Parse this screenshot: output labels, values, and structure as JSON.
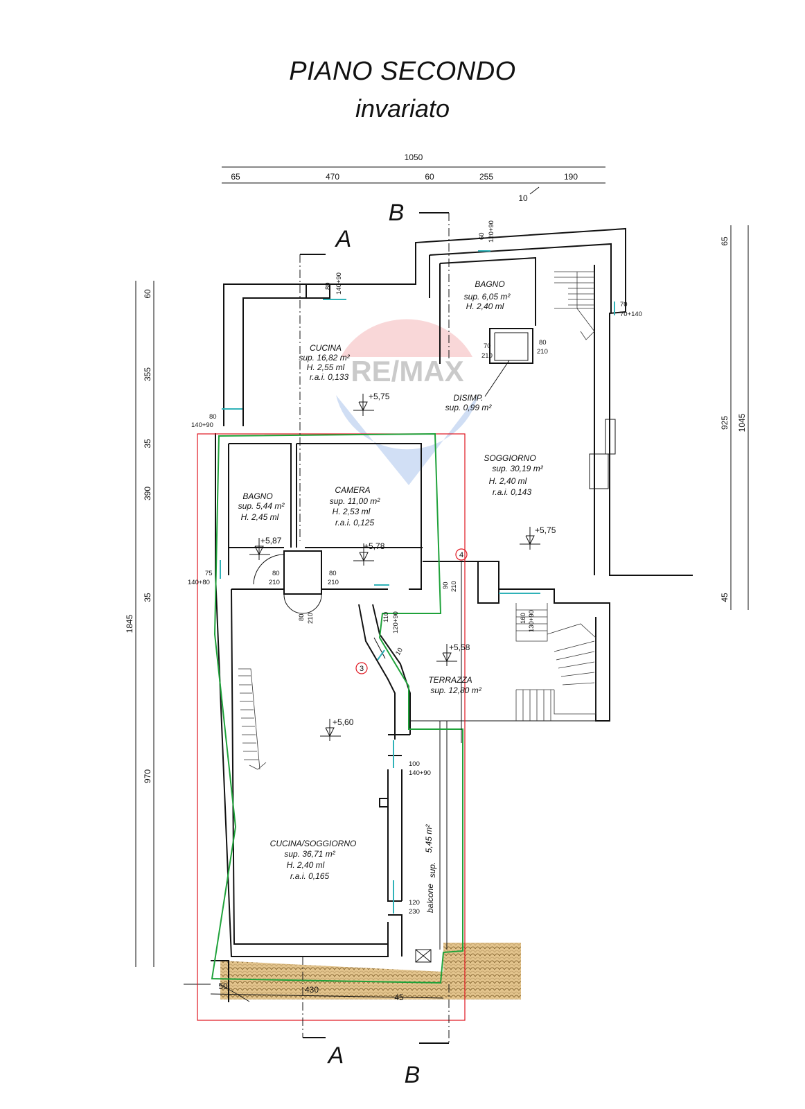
{
  "title": "PIANO SECONDO",
  "subtitle": "invariato",
  "colors": {
    "boundary_red": "#e0141e",
    "boundary_green": "#1fa23a",
    "roof_tiles": "#dcb878",
    "window": "#2fb2b8",
    "watermark_red": "#e5484d",
    "watermark_blue": "#2f6fd1"
  },
  "watermark": {
    "text": "RE/MAX"
  },
  "dimensions_top": {
    "total": "1050",
    "segments": [
      "65",
      "470",
      "60",
      "255",
      "190"
    ],
    "extra": "10"
  },
  "dimensions_left": {
    "total": "1845",
    "segments": [
      "60",
      "355",
      "35",
      "390",
      "35",
      "970"
    ]
  },
  "dimensions_right": {
    "a": "65",
    "b": "925",
    "c": "1045",
    "d": "45"
  },
  "dimensions_bottom": {
    "a": "50",
    "b": "430",
    "c": "45"
  },
  "sections": {
    "a_top": "A",
    "b_top": "B",
    "a_bottom": "A",
    "b_bottom": "B"
  },
  "rooms": {
    "cucina": {
      "name": "CUCINA",
      "sup": "sup.  16,82 m²",
      "h": "H. 2,55 ml",
      "rai": "r.a.i.   0,133"
    },
    "bagno_top": {
      "name": "BAGNO",
      "sup": "sup. 6,05 m²",
      "h": "H. 2,40 ml"
    },
    "disimp": {
      "name": "DISIMP.",
      "sup": "sup. 0,99 m²"
    },
    "soggiorno": {
      "name": "SOGGIORNO",
      "sup": "sup. 30,19 m²",
      "h": "H. 2,40 ml",
      "rai": "r.a.i.   0,143"
    },
    "bagno_left": {
      "name": "BAGNO",
      "sup": "sup. 5,44 m²",
      "h": "H. 2,45 ml"
    },
    "camera": {
      "name": "CAMERA",
      "sup": "sup. 11,00 m²",
      "h": "H. 2,53 ml",
      "rai": "r.a.i.   0,125"
    },
    "terrazza": {
      "name": "TERRAZZA",
      "sup": "sup.   12,80 m²"
    },
    "cucina_soggiorno": {
      "name": "CUCINA/SOGGIORNO",
      "sup": "sup. 36,71 m²",
      "h": "H. 2,40 ml",
      "rai": "r.a.i.   0,165"
    },
    "balcone": {
      "name": "balcone",
      "sup": "sup.",
      "area": "5,45 m²"
    }
  },
  "levels": {
    "cucina": "+5,75",
    "soggiorno": "+5,75",
    "bagno_left": "+5,87",
    "camera": "+5,78",
    "terrazza": "+5,58",
    "cucina_soggiorno": "+5,60"
  },
  "openings": {
    "w_cucina_top": [
      "80",
      "140+90"
    ],
    "w_bagno_top": [
      "60",
      "120+90"
    ],
    "d_bagno_disimp": [
      "70",
      "210"
    ],
    "d_disimp": [
      "80",
      "210"
    ],
    "w_soggiorno_right": [
      "70",
      "70+140"
    ],
    "w_cucina_left": [
      "80",
      "140+90"
    ],
    "w_bagno_left": [
      "75",
      "140+80"
    ],
    "d_bagno_hall": [
      "80",
      "210"
    ],
    "d_camera_hall": [
      "80",
      "210"
    ],
    "d_hall_bottom": [
      "80",
      "210"
    ],
    "d_soggiorno_terrazza": [
      "90",
      "210"
    ],
    "w_terrazza_stair": [
      "160",
      "130+90"
    ],
    "d_camera_terrazza": [
      "110",
      "120+90"
    ],
    "d_kitchen_terrazza": [
      "10"
    ],
    "w_kitchen_1": [
      "100",
      "140+90"
    ],
    "w_kitchen_2": [
      "120",
      "230"
    ]
  },
  "markers": {
    "m3": "3",
    "m4": "4"
  }
}
